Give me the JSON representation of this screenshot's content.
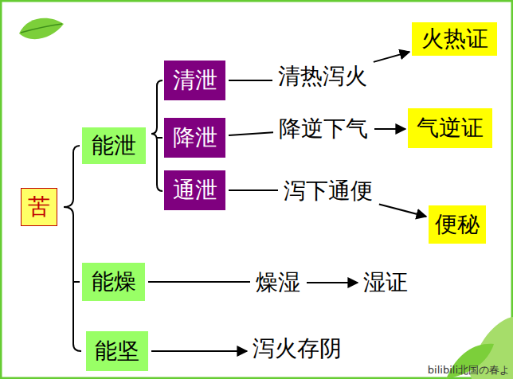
{
  "diagram": {
    "nodes": [
      {
        "text": [
          "苦"
        ]
      },
      {
        "text": [
          "能泄"
        ]
      },
      {
        "text": [
          "清泄"
        ]
      },
      {
        "text": [
          "清热泻火"
        ]
      },
      {
        "text": [
          "火热证"
        ]
      },
      {
        "text": [
          "降泄"
        ]
      },
      {
        "text": [
          "降逆下气"
        ]
      },
      {
        "text": [
          "气逆证"
        ]
      },
      {
        "text": [
          "通泄"
        ]
      },
      {
        "text": [
          "泻下通便"
        ]
      },
      {
        "text": [
          "便秘"
        ]
      },
      {
        "text": [
          "能燥"
        ]
      },
      {
        "text": [
          "燥湿"
        ]
      },
      {
        "text": [
          "湿证"
        ]
      },
      {
        "text": [
          "能坚"
        ]
      },
      {
        "text": [
          "泻火存阴"
        ]
      }
    ],
    "edges": [
      {
        "from": 2,
        "to": 3,
        "arrow": "none"
      },
      {
        "from": 3,
        "to": 4,
        "arrow": "to"
      },
      {
        "from": 5,
        "to": 6,
        "arrow": "none"
      },
      {
        "from": 6,
        "to": 7,
        "arrow": "to"
      },
      {
        "from": 8,
        "to": 9,
        "arrow": "none"
      },
      {
        "from": 9,
        "to": 10,
        "arrow": "to"
      },
      {
        "from": 11,
        "to": 12,
        "arrow": "none"
      },
      {
        "from": 12,
        "to": 13,
        "arrow": "to"
      },
      {
        "from": 14,
        "to": 15,
        "arrow": "to"
      }
    ],
    "labels": [
      "bilibili北国の春よ"
    ]
  }
}
